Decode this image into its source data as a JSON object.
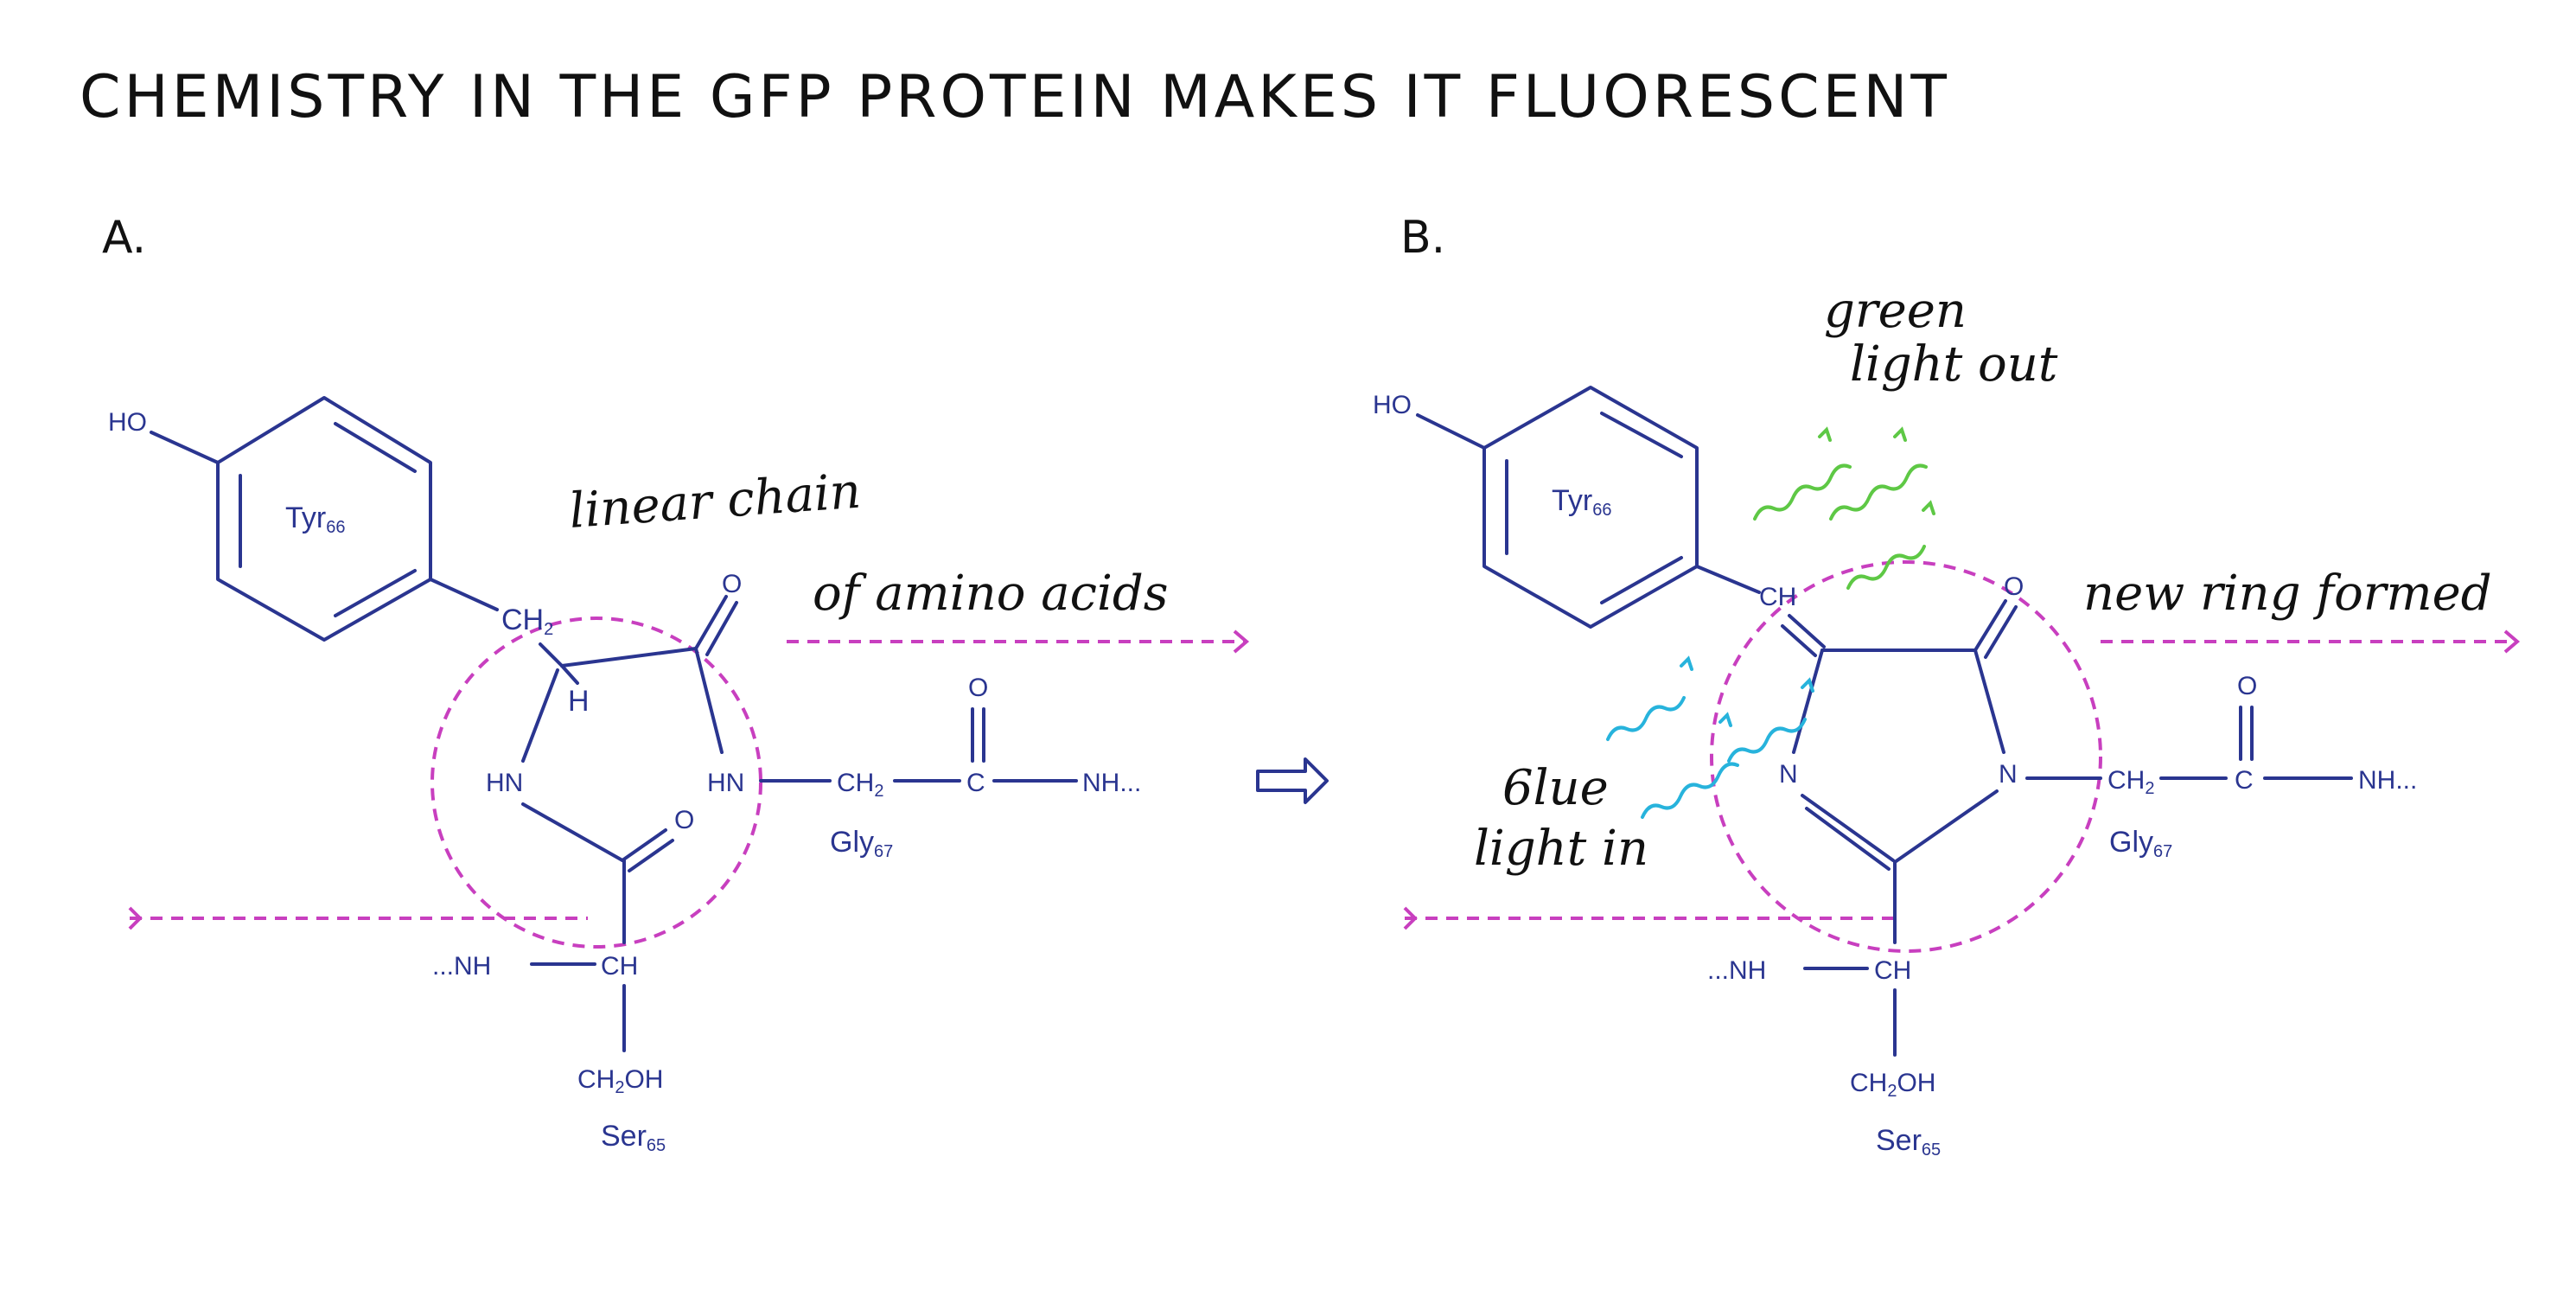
{
  "title": "CHEMISTRY IN THE GFP PROTEIN MAKES IT FLUORESCENT",
  "colors": {
    "ink": "#2a3590",
    "chain": "#c83fbf",
    "green_light": "#5ec845",
    "blue_light": "#27b3dc"
  },
  "panel_a": {
    "label": "A.",
    "annotation_line1": "linear chain",
    "annotation_line2": "of amino acids",
    "ho": "HO",
    "tyr": "Tyr",
    "tyr_sub": "66",
    "ch2": "CH",
    "ch2_sub": "2",
    "h": "H",
    "o1": "O",
    "o2": "O",
    "o3": "O",
    "hn1": "HN",
    "hn2": "HN",
    "gly_ch2": "CH",
    "gly_ch2_sub": "2",
    "c": "C",
    "nh_end": "NH...",
    "gly": "Gly",
    "gly_sub": "67",
    "nh_start": "...NH",
    "ch": "CH",
    "ch2oh": "CH",
    "ch2oh_sub": "2",
    "ch2oh_tail": "OH",
    "ser": "Ser",
    "ser_sub": "65"
  },
  "panel_b": {
    "label": "B.",
    "annotation_ring": "new ring formed",
    "green_line1": "green",
    "green_line2": "light out",
    "blue_line1": "6lue",
    "blue_line2": "light in",
    "ho": "HO",
    "tyr": "Tyr",
    "tyr_sub": "66",
    "ch_top": "CH",
    "o1": "O",
    "o2": "O",
    "n_left": "N",
    "n_right": "N",
    "gly_ch2": "CH",
    "gly_ch2_sub": "2",
    "c": "C",
    "nh_end": "NH...",
    "gly": "Gly",
    "gly_sub": "67",
    "nh_start": "...NH",
    "ch": "CH",
    "ch2oh": "CH",
    "ch2oh_sub": "2",
    "ch2oh_tail": "OH",
    "ser": "Ser",
    "ser_sub": "65"
  }
}
